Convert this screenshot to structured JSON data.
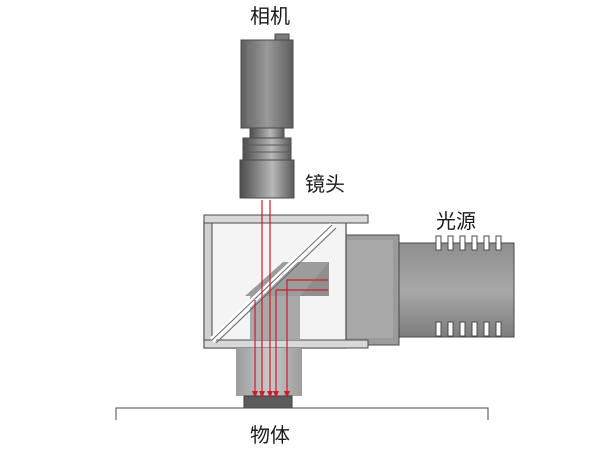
{
  "labels": {
    "camera": "相机",
    "lens": "镜头",
    "light_source": "光源",
    "object": "物体"
  },
  "colors": {
    "ray": "#c8202a",
    "body_dark": "#6f6f6f",
    "body_mid": "#9a9a9a",
    "body_light": "#c9c9c9",
    "outline": "#4a4a4a"
  }
}
